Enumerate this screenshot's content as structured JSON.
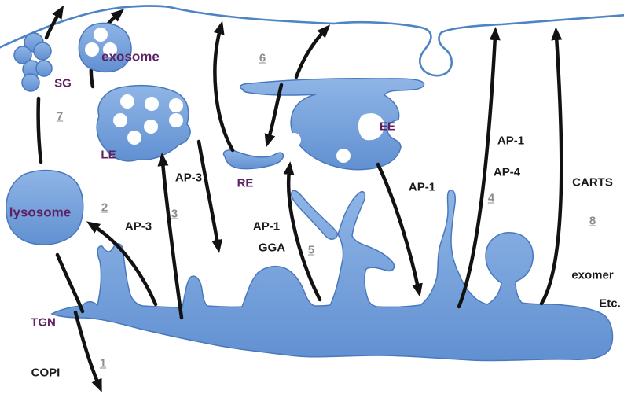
{
  "diagram": {
    "compartments": {
      "tgn": "TGN",
      "lysosome": "lysosome",
      "late_endosome": "LE",
      "recycling_endosome": "RE",
      "early_endosome": "EE",
      "secretory_granule": "SG",
      "exosome": "exosome"
    },
    "coats": {
      "copi": "COPI",
      "ap3_tgn_lysosome": "AP-3",
      "ap3_tgn_le": "AP-3",
      "ap1_tgn_re": "AP-1",
      "gga": "GGA",
      "ap1_ee_tgn": "AP-1",
      "ap1_tgn_pm": "AP-1",
      "ap4": "AP-4",
      "carts": "CARTS",
      "exomer": "exomer",
      "etc": "Etc."
    },
    "pathway_numbers": {
      "p1": "1",
      "p2": "2",
      "p3": "3",
      "p4": "4",
      "p5": "5",
      "p6": "6",
      "p7": "7",
      "p8": "8"
    },
    "colors": {
      "blob_light": "#8fb5e6",
      "blob_dark": "#6190d1",
      "blob_outline": "#4a78bd",
      "membrane_blue": "#4d84c4",
      "label_purple": "#5e2164",
      "label_black": "#1a1a1a",
      "number_gray": "#8c8c8c",
      "arrow_black": "#121212"
    }
  }
}
